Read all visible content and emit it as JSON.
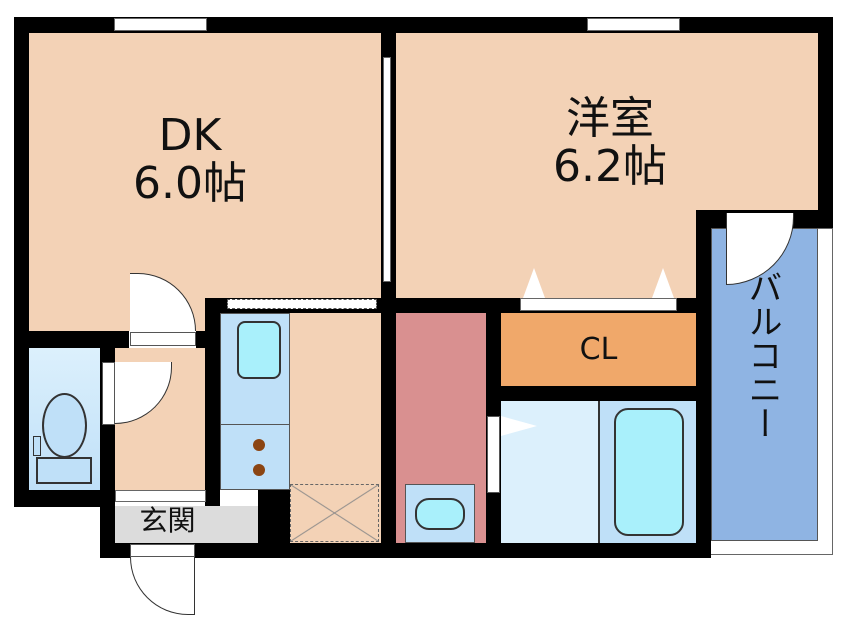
{
  "floorplan": {
    "rooms": {
      "dk": {
        "name": "DK",
        "size": "6.0帖"
      },
      "yoshitsu": {
        "name": "洋室",
        "size": "6.2帖"
      },
      "closet": {
        "name": "CL"
      },
      "balcony": {
        "name": "バルコニー"
      },
      "entrance": {
        "name": "玄関"
      }
    },
    "colors": {
      "wall": "#000000",
      "room_floor": "#f3d2b6",
      "closet": "#f0a86a",
      "balcony": "#8fb4e3",
      "wet_area": "#bfe0f8",
      "fixture": "#a9f0fb",
      "washroom": "#dcf0fc",
      "laundry_area": "#d99090",
      "entrance_floor": "#dcdcdc"
    }
  }
}
